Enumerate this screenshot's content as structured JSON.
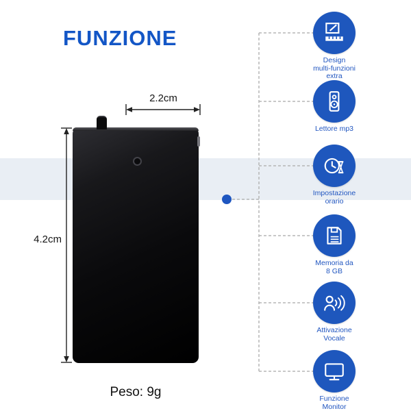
{
  "title": "FUNZIONE",
  "device": {
    "width_label": "2.2cm",
    "height_label": "4.2cm",
    "weight_label": "Peso: 9g"
  },
  "features": [
    {
      "icon": "multi-function-design-icon",
      "label": "Design\nmulti-funzioni\nextra"
    },
    {
      "icon": "mp3-player-icon",
      "label": "Lettore mp3"
    },
    {
      "icon": "time-setting-icon",
      "label": "Impostazione\norario"
    },
    {
      "icon": "memory-icon",
      "label": "Memoria da\n8 GB"
    },
    {
      "icon": "voice-activation-icon",
      "label": "Attivazione\nVocale"
    },
    {
      "icon": "monitor-icon",
      "label": "Funzione\nMonitor"
    }
  ],
  "colors": {
    "accent_blue": "#1356c6",
    "icon_circle_blue": "#1e57bd",
    "feature_label_blue": "#2156c0",
    "band_background": "#e9eef4",
    "dashed_line": "#b5b5b5",
    "pointer_dot": "#1e56c0",
    "device_body": "#0a0a0c"
  }
}
